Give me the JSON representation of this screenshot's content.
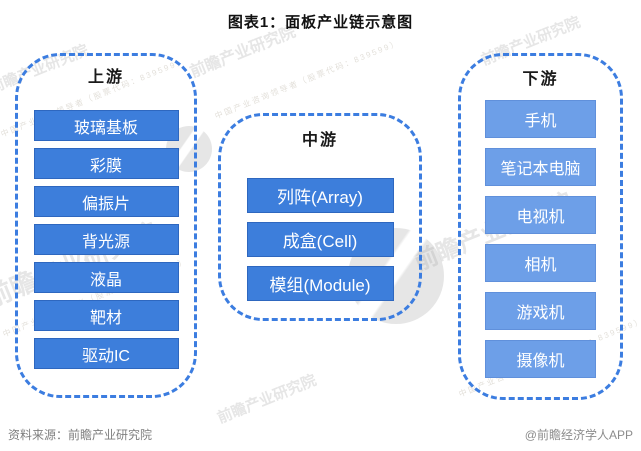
{
  "title": "图表1：面板产业链示意图",
  "columns": [
    {
      "title": "上游",
      "items": [
        "玻璃基板",
        "彩膜",
        "偏振片",
        "背光源",
        "液晶",
        "靶材",
        "驱动IC"
      ]
    },
    {
      "title": "中游",
      "items": [
        "列阵(Array)",
        "成盒(Cell)",
        "模组(Module)"
      ]
    },
    {
      "title": "下游",
      "items": [
        "手机",
        "笔记本电脑",
        "电视机",
        "相机",
        "游戏机",
        "摄像机"
      ]
    }
  ],
  "footer": {
    "source": "资料来源：前瞻产业研究院",
    "credit": "@前瞻经济学人APP"
  },
  "watermark": {
    "text": "前瞻产业研究院",
    "subtext": "中国产业咨询领导者（股票代码：839599）"
  },
  "colors": {
    "strong_box_blue": "#3d7edb",
    "light_box_blue": "#6d9fe8",
    "dashed_border_blue": "#3c7de0",
    "title_black": "#111111",
    "footer_gray": "#7f7f7f"
  }
}
